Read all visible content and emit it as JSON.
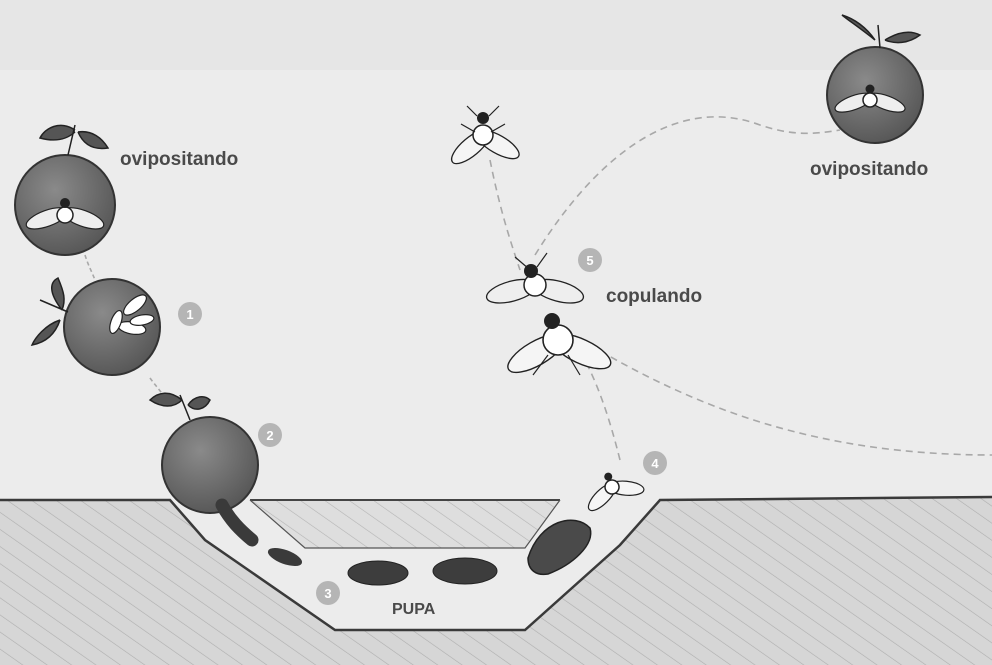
{
  "labels": {
    "oviposit_left": "ovipositando",
    "oviposit_right": "ovipositando",
    "copulate": "copulando",
    "pupa": "PUPA"
  },
  "stages": [
    "1",
    "2",
    "3",
    "4",
    "5"
  ],
  "colors": {
    "background": "#ececec",
    "soil": "#d9d9d9",
    "fruit": "#707070",
    "badge": "#b5b5b5",
    "dashed_path": "#a8a8a8",
    "label": "#4a4a4a"
  }
}
